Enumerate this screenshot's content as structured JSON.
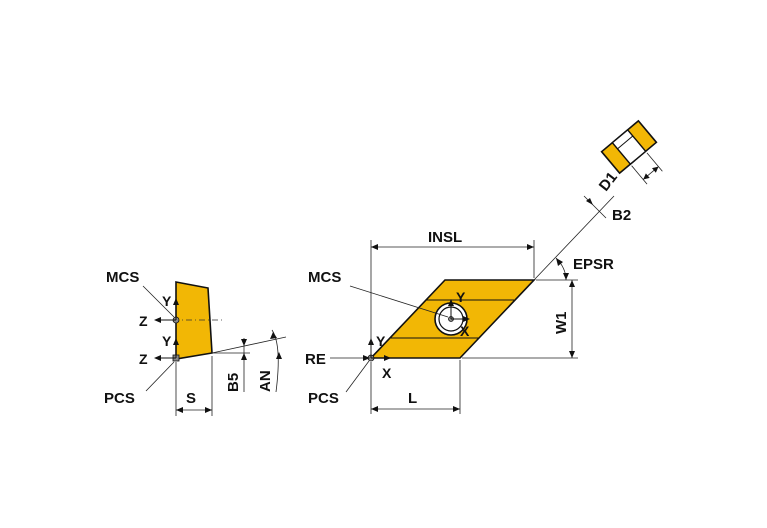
{
  "colors": {
    "insert": "#F2B705",
    "line": "#111111",
    "background": "#ffffff"
  },
  "labels": {
    "insl": "INSL",
    "epsr": "EPSR",
    "w1": "W1",
    "d1": "D1",
    "b2": "B2",
    "mcs_side": "MCS",
    "mcs_top": "MCS",
    "pcs_side": "PCS",
    "pcs_top": "PCS",
    "re": "RE",
    "l": "L",
    "s": "S",
    "b5": "B5",
    "an": "AN"
  },
  "axes": {
    "y": "Y",
    "z": "Z",
    "x": "X"
  }
}
